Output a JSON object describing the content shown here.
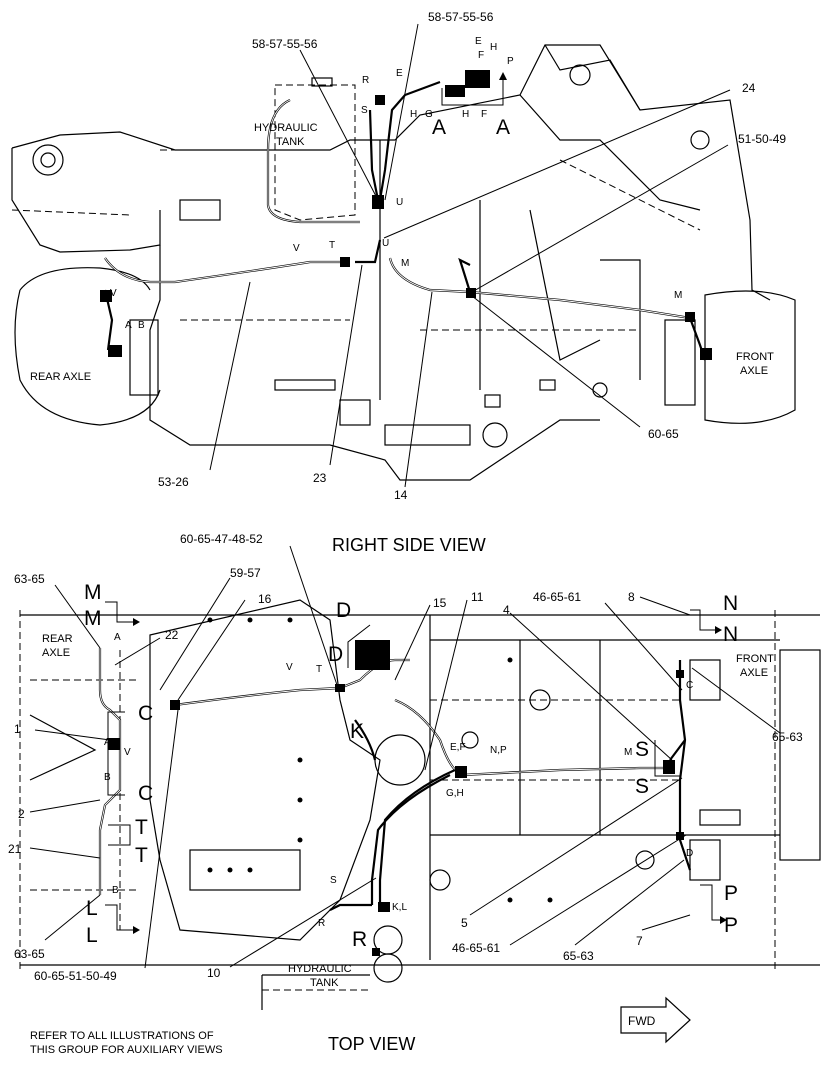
{
  "side_view": {
    "caption": "RIGHT SIDE VIEW",
    "tank_label_1": "HYDRAULIC",
    "tank_label_2": "TANK",
    "rear_axle": "REAR AXLE",
    "front_axle_1": "FRONT",
    "front_axle_2": "AXLE",
    "section_a_left": "A",
    "section_a_right": "A",
    "callouts": [
      "58-57-55-56",
      "58-57-55-56",
      "24",
      "51-50-49",
      "60-65",
      "14",
      "23",
      "53-26"
    ],
    "letters": [
      "E",
      "H",
      "F",
      "P",
      "R",
      "E",
      "H",
      "G",
      "H",
      "F",
      "S",
      "V",
      "T",
      "U",
      "M",
      "M",
      "V",
      "A",
      "B",
      "U"
    ]
  },
  "top_view": {
    "caption": "TOP VIEW",
    "tank_label_1": "HYDRAULIC",
    "tank_label_2": "TANK",
    "rear_axle_1": "REAR",
    "rear_axle_2": "AXLE",
    "front_axle_1": "FRONT",
    "front_axle_2": "AXLE",
    "callouts": [
      "60-65-47-48-52",
      "59-57",
      "16",
      "15",
      "11",
      "46-65-61",
      "8",
      "4",
      "63-65",
      "22",
      "1",
      "2",
      "21",
      "63-65",
      "60-65-51-50-49",
      "10",
      "5",
      "46-65-61",
      "65-63",
      "7",
      "65-63"
    ],
    "section_letters": [
      "M",
      "M",
      "C",
      "C",
      "T",
      "T",
      "L",
      "L",
      "D",
      "D",
      "K",
      "R",
      "S",
      "S",
      "N",
      "N",
      "P",
      "P"
    ],
    "port_letters": [
      "A",
      "A",
      "V",
      "B",
      "B",
      "V",
      "T",
      "E,F",
      "N,P",
      "G,H",
      "M",
      "C",
      "D",
      "S",
      "K,L",
      "R"
    ]
  },
  "note_1": "REFER TO ALL ILLUSTRATIONS OF",
  "note_2": "THIS GROUP FOR AUXILIARY VIEWS",
  "fwd": "FWD"
}
